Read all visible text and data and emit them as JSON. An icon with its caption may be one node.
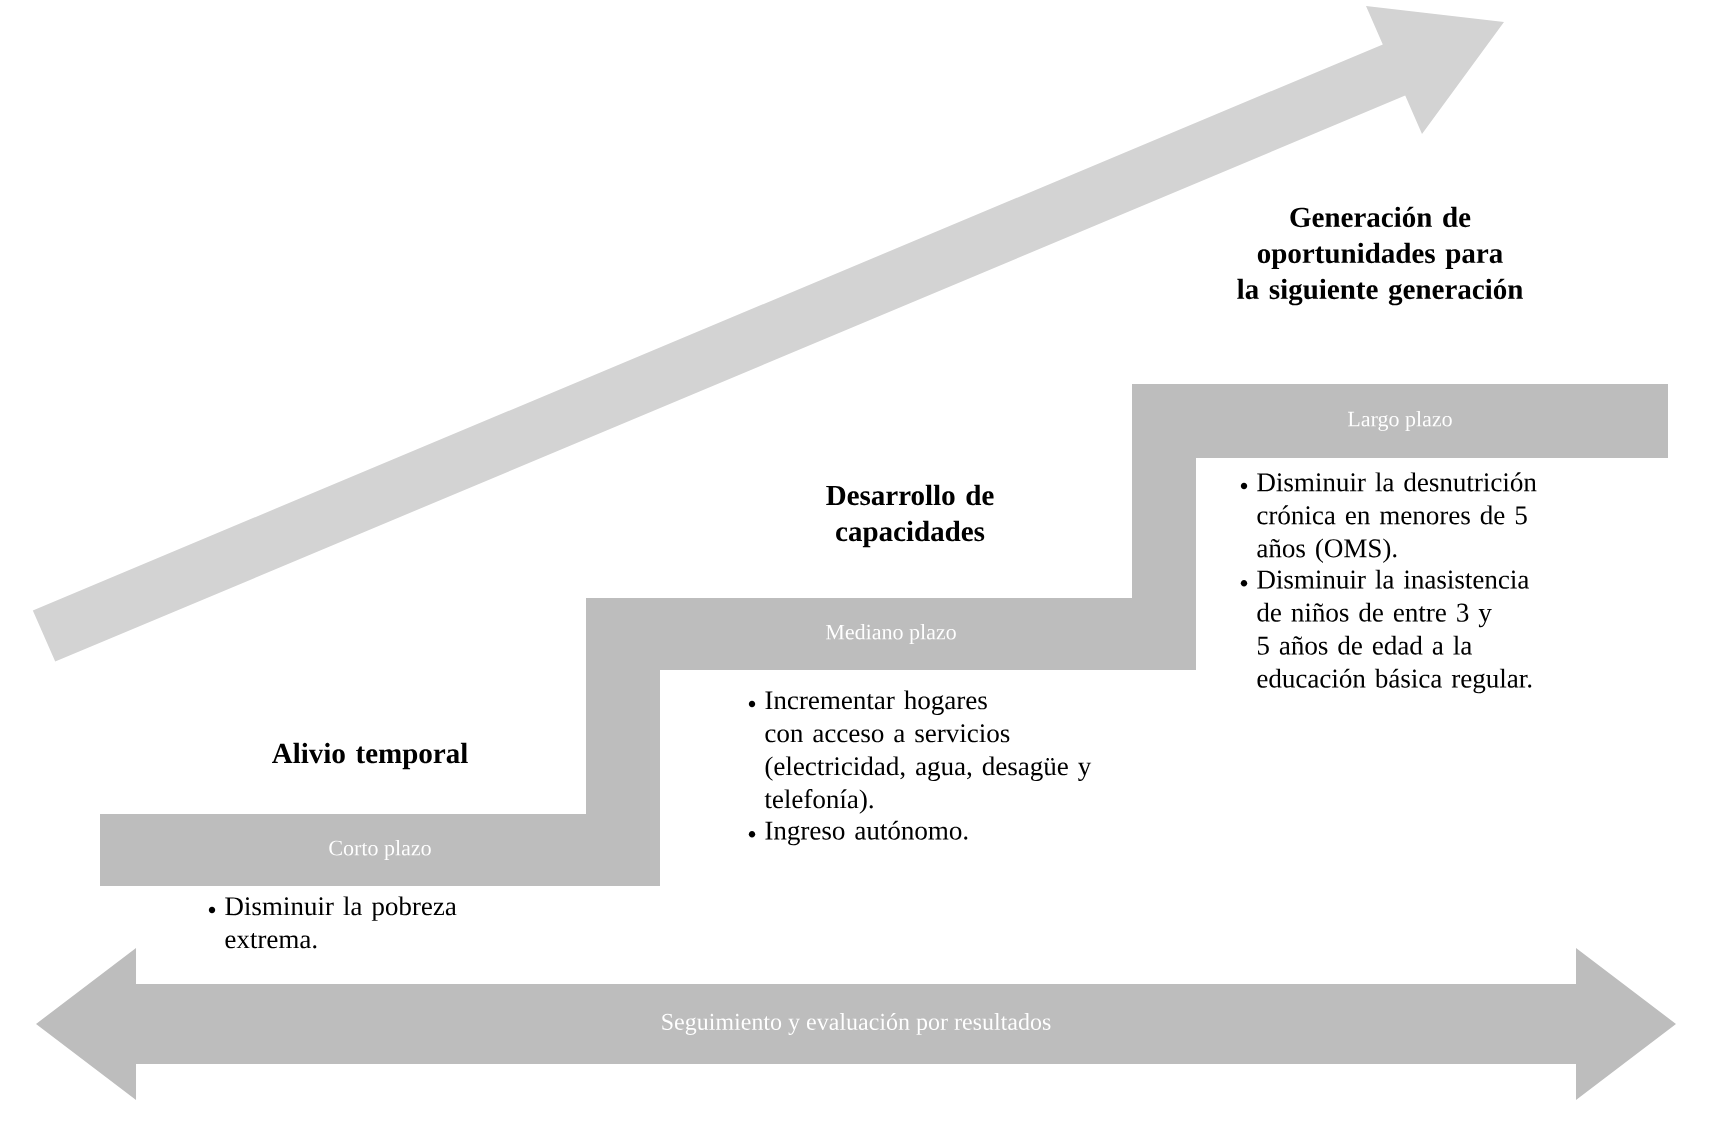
{
  "diagram": {
    "nodes": [
      {
        "text": [
          "Alivio temporal",
          "Corto plazo"
        ],
        "beside": [
          "Disminuir la pobreza extrema."
        ]
      },
      {
        "text": [
          "Desarrollo de capacidades",
          "Mediano plazo"
        ],
        "beside": [
          "Incrementar hogares con acceso a servicios (electricidad, agua, desagüe y telefonía).",
          "Ingreso autónomo."
        ]
      },
      {
        "text": [
          "Generación de oportunidades para la siguiente generación",
          "Largo plazo"
        ],
        "beside": [
          "Disminuir la desnutrición crónica en menores de 5 años (OMS).",
          "Disminuir la inasistencia de niños de entre 3 y 5 años de edad a la educación básica regular."
        ]
      },
      {
        "text": [
          "Seguimiento y evaluación por resultados"
        ]
      }
    ]
  }
}
